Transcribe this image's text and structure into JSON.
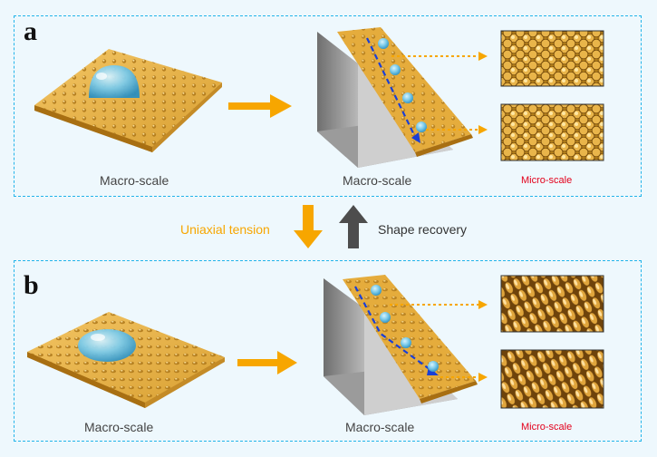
{
  "panel_a": {
    "letter": "a",
    "left_caption": "Macro-scale",
    "middle_caption": "Macro-scale",
    "micro_caption": "Micro-scale"
  },
  "panel_b": {
    "letter": "b",
    "left_caption": "Macro-scale",
    "middle_caption": "Macro-scale",
    "micro_caption": "Micro-scale"
  },
  "transition": {
    "tension_label": "Uniaxial tension",
    "recovery_label": "Shape recovery"
  },
  "colors": {
    "border": "#22b4ea",
    "substrate": "#e6ad3c",
    "arrow_orange": "#f7a600",
    "arrow_gray": "#4d4d4d",
    "droplet": "#6fc3e8",
    "path_blue": "#1a3fd6",
    "micro_label": "#e3001b"
  }
}
